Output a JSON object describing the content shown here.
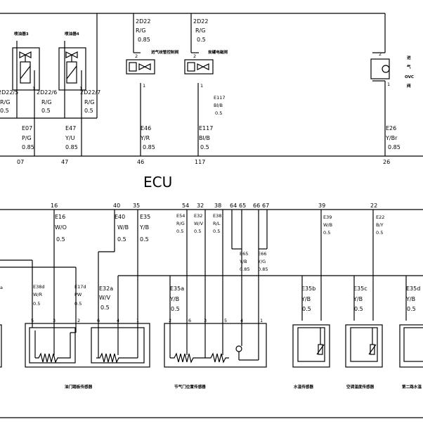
{
  "ecu": {
    "label": "ECU"
  },
  "top": {
    "injectors": [
      {
        "name": "喷油器3",
        "wire_label": "2D22/5",
        "color": "R/G",
        "size": "0.5"
      },
      {
        "name": "喷油器4",
        "wire_label": "2D22/6",
        "color": "R/G",
        "size": "0.5"
      }
    ],
    "injector_extra": {
      "wire_label": "2D22/7",
      "color": "R/G",
      "size": "0.5"
    },
    "supply_labels": [
      {
        "id": "2D22",
        "color": "R/G",
        "size": "0.85"
      },
      {
        "id": "2D22",
        "color": "R/G",
        "size": "0.5"
      }
    ],
    "valve1": {
      "name": "进气歧管控制阀",
      "pin_top": "2",
      "pin_bottom": "1"
    },
    "valve2": {
      "name": "炭罐电磁阀",
      "pin_top": "2",
      "pin_bottom": "1",
      "wire_id": "E117",
      "color": "Bl/B",
      "size": "0.5"
    },
    "ovc": {
      "lines": [
        "进",
        "气",
        "OVC",
        "阀"
      ],
      "pin_top": "2",
      "pin_bottom": "1"
    },
    "injector_pins": [
      "1",
      "1"
    ],
    "ecu_wires": [
      {
        "id": "E07",
        "color": "P/G",
        "size": "0.85",
        "pin": "07"
      },
      {
        "id": "E47",
        "color": "Y/U",
        "size": "0.85",
        "pin": "47"
      },
      {
        "id": "E46",
        "color": "Y/R",
        "size": "0.85",
        "pin": "46"
      },
      {
        "id": "E117",
        "color": "Bl/B",
        "size": "0.5",
        "pin": "117"
      },
      {
        "id": "E26",
        "color": "Y/Br",
        "size": "0.85",
        "pin": "26"
      }
    ]
  },
  "bottom": {
    "ecu_pins": [
      "16",
      "40",
      "35",
      "54",
      "32",
      "38",
      "64",
      "65",
      "66",
      "67",
      "39",
      "22"
    ],
    "ecu_wires": [
      {
        "id": "E16",
        "color": "W/O",
        "size": "0.5"
      },
      {
        "id": "E40",
        "color": "W/B",
        "size": "0.5"
      },
      {
        "id": "E35",
        "color": "Y/B",
        "size": "0.5"
      },
      {
        "id": "E54",
        "color": "R/G",
        "size": "0.5"
      },
      {
        "id": "E32",
        "color": "W/V",
        "size": "0.5"
      },
      {
        "id": "E38",
        "color": "R/L",
        "size": "0.5"
      },
      {
        "id": "E65",
        "color": "Y/B",
        "size": "0.85"
      },
      {
        "id": "E66",
        "color": "Y/G",
        "size": "0.85"
      },
      {
        "id": "E39",
        "color": "W/B",
        "size": "0.5"
      },
      {
        "id": "E22",
        "color": "B/Y",
        "size": "0.5"
      }
    ],
    "sensor_wires": [
      {
        "id": "E38d",
        "color": "W/R",
        "size": "0.5"
      },
      {
        "id": "E17d",
        "color": "PW",
        "size": "0.5"
      },
      {
        "id": "E32a",
        "color": "W/V",
        "size": "0.5"
      },
      {
        "id": "E35a",
        "color": "Y/B",
        "size": "0.5"
      },
      {
        "id": "E35b",
        "color": "Y/B",
        "size": "0.5"
      },
      {
        "id": "E35c",
        "color": "Y/B",
        "size": "0.5"
      },
      {
        "id": "E35d",
        "color": "Y/B",
        "size": "0.5"
      }
    ],
    "left_cut_label": "a",
    "pedal_pins": [
      "5",
      "3",
      "2",
      "6",
      "4",
      "1"
    ],
    "throttle_pins": [
      "2",
      "6",
      "3",
      "5",
      "4",
      "1"
    ],
    "sensor_names": [
      "油门踏板传感器",
      "节气门位置传感器",
      "水温传感器",
      "空调温度传感器",
      "第二路水温"
    ]
  }
}
